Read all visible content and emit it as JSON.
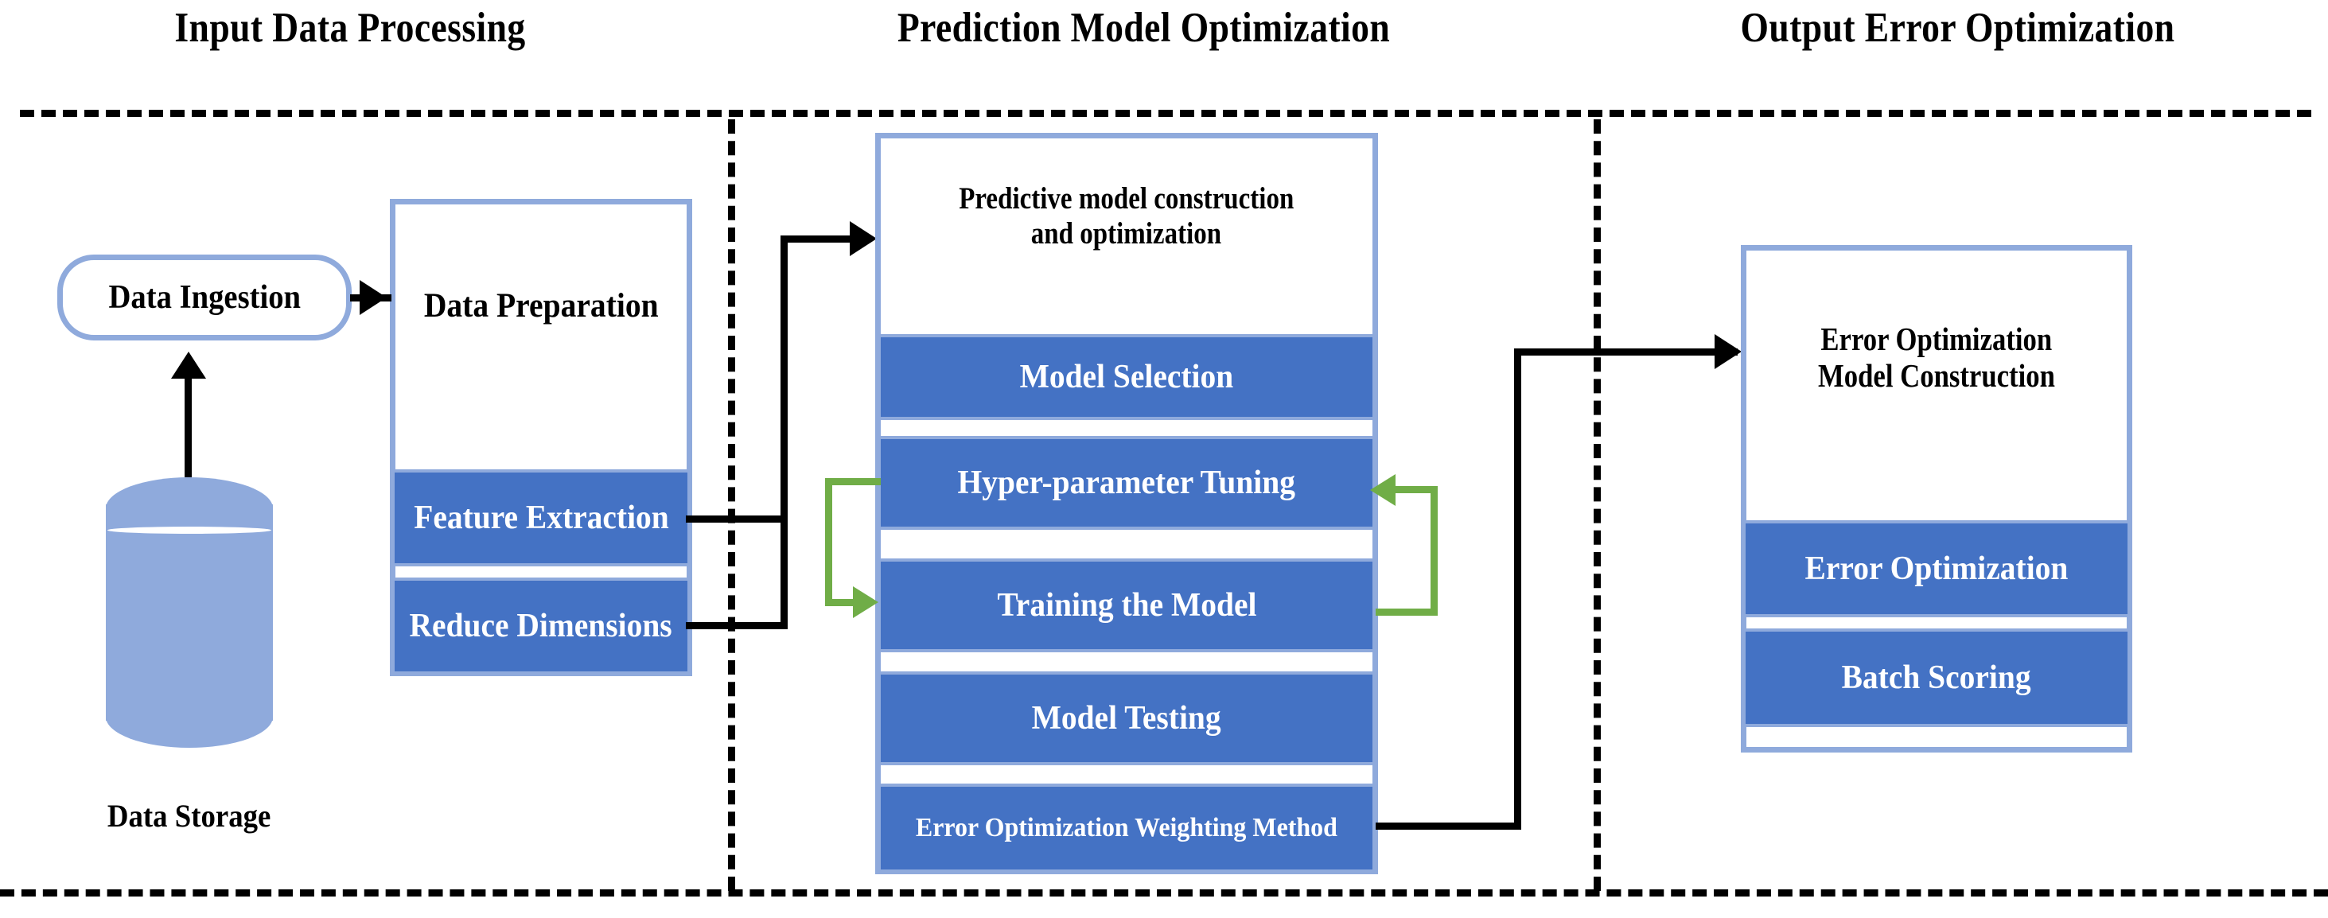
{
  "phases": [
    {
      "id": "input",
      "title": "Input Data Processing"
    },
    {
      "id": "prediction",
      "title": "Prediction Model Optimization"
    },
    {
      "id": "output",
      "title": "Output Error Optimization"
    }
  ],
  "input_section": {
    "ingestion_label": "Data Ingestion",
    "storage_caption": "Data Storage",
    "data_preparation": {
      "header": "Data Preparation",
      "bands": [
        "Feature Extraction",
        "Reduce Dimensions"
      ]
    }
  },
  "prediction_section": {
    "predictive_model": {
      "header_line1": "Predictive model construction",
      "header_line2": "and optimization",
      "bands": [
        "Model Selection",
        "Hyper-parameter Tuning",
        "Training the Model",
        "Model Testing",
        "Error Optimization Weighting Method"
      ]
    }
  },
  "output_section": {
    "error_model": {
      "header_line1": "Error Optimization",
      "header_line2": "Model Construction",
      "bands": [
        "Error Optimization",
        "Batch Scoring"
      ]
    }
  },
  "colors": {
    "band_fill": "#4472C4",
    "border_blue": "#8FAADC",
    "cylinder": "#8FAADC",
    "flow_arrow": "#000000",
    "feedback_arrow": "#70AD47",
    "divider": "#000000",
    "band_text": "#FFFFFF",
    "header_text": "#000000"
  },
  "connectors": [
    {
      "name": "storage-to-ingestion",
      "color": "#000000",
      "style": "solid"
    },
    {
      "name": "ingestion-to-data-preparation",
      "color": "#000000",
      "style": "solid"
    },
    {
      "name": "feature-extraction-to-predictive-model",
      "color": "#000000",
      "style": "solid"
    },
    {
      "name": "reduce-dimensions-to-predictive-model",
      "color": "#000000",
      "style": "solid"
    },
    {
      "name": "hyper-parameter-tuning-to-training",
      "color": "#70AD47",
      "style": "solid"
    },
    {
      "name": "training-to-hyper-parameter-tuning",
      "color": "#70AD47",
      "style": "solid"
    },
    {
      "name": "weighting-method-to-error-model",
      "color": "#000000",
      "style": "solid"
    }
  ]
}
